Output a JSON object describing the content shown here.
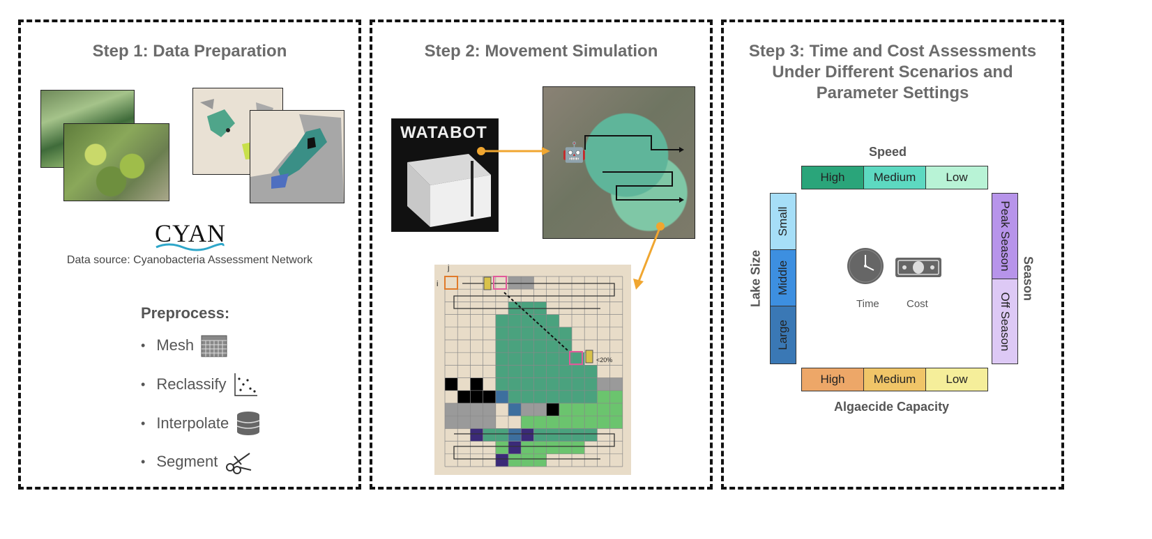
{
  "step1": {
    "title": "Step 1:  Data Preparation",
    "logo_text": "CYAN",
    "data_source": "Data source: Cyanobacteria Assessment Network",
    "preprocess_title": "Preprocess:",
    "items": [
      {
        "label": "Mesh",
        "icon": "calendar-grid-icon"
      },
      {
        "label": "Reclassify",
        "icon": "scatter-plot-icon"
      },
      {
        "label": "Interpolate",
        "icon": "database-stack-icon"
      },
      {
        "label": "Segment",
        "icon": "scissors-icon"
      }
    ]
  },
  "step2": {
    "title": "Step 2:  Movement Simulation",
    "brand": "WATABOT",
    "grid_i": "i",
    "grid_j": "j",
    "battery_label": "<20%"
  },
  "step3": {
    "title_lines": [
      "Step 3:  Time and Cost Assessments",
      "Under Different Scenarios and",
      "Parameter Settings"
    ],
    "speed_label": "Speed",
    "speed": [
      "High",
      "Medium",
      "Low"
    ],
    "speed_colors": [
      "#2aa57a",
      "#5dd9c1",
      "#b8f3d6"
    ],
    "algaecide_label": "Algaecide Capacity",
    "algaecide": [
      "High",
      "Medium",
      "Low"
    ],
    "algaecide_colors": [
      "#eda768",
      "#f0c568",
      "#f5ee9a"
    ],
    "lake_size_label": "Lake Size",
    "lake_size": [
      "Small",
      "Middle",
      "Large"
    ],
    "lake_size_colors": [
      "#a6def7",
      "#3d8fe0",
      "#3a78b5"
    ],
    "season_label": "Season",
    "season": [
      "Peak Season",
      "Off Season"
    ],
    "season_colors": [
      "#b794ea",
      "#ddc9f5"
    ],
    "time_label": "Time",
    "cost_label": "Cost"
  }
}
